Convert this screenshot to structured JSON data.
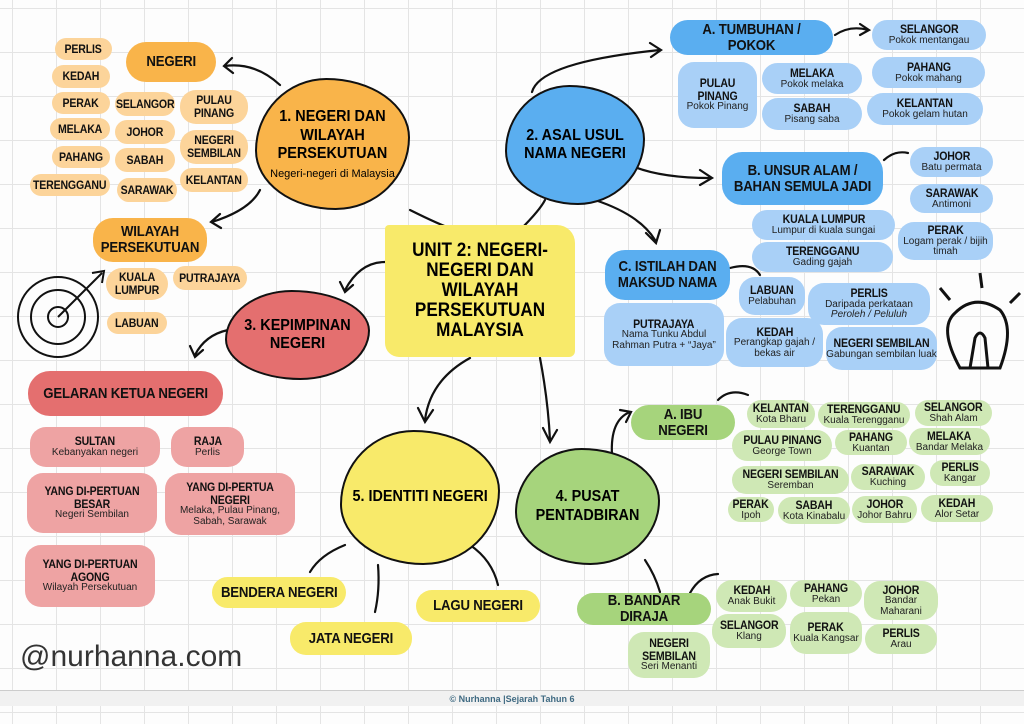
{
  "center": {
    "title": "UNIT 2: NEGERI-NEGERI DAN WILAYAH PERSEKUTUAN MALAYSIA",
    "watermark": "@nurhanna.com"
  },
  "footer": "© Nurhanna |Sejarah Tahun 6",
  "colors": {
    "orange": "#f9b44a",
    "blue": "#5aaef0",
    "red": "#e46f6f",
    "green": "#a6d47c",
    "yellow": "#f8ea6a"
  },
  "topic1": {
    "title": "1. NEGERI DAN WILAYAH PERSEKUTUAN",
    "subtitle": "Negeri-negeri di Malaysia",
    "negeri": {
      "label": "NEGERI",
      "items": [
        "PERLIS",
        "KEDAH",
        "PERAK",
        "MELAKA",
        "PAHANG",
        "TERENGGANU",
        "SELANGOR",
        "JOHOR",
        "SABAH",
        "SARAWAK",
        "PULAU PINANG",
        "NEGERI SEMBILAN",
        "KELANTAN"
      ]
    },
    "wilayah": {
      "label": "WILAYAH PERSEKUTUAN",
      "items": [
        "KUALA LUMPUR",
        "PUTRAJAYA",
        "LABUAN"
      ]
    }
  },
  "topic2": {
    "title": "2. ASAL USUL NAMA NEGERI",
    "a": {
      "label": "A. TUMBUHAN / POKOK",
      "items": [
        {
          "n": "SELANGOR",
          "d": "Pokok mentangau"
        },
        {
          "n": "PULAU PINANG",
          "d": "Pokok Pinang"
        },
        {
          "n": "MELAKA",
          "d": "Pokok melaka"
        },
        {
          "n": "SABAH",
          "d": "Pisang saba"
        },
        {
          "n": "PAHANG",
          "d": "Pokok mahang"
        },
        {
          "n": "KELANTAN",
          "d": "Pokok gelam hutan"
        }
      ]
    },
    "b": {
      "label": "B. UNSUR ALAM / BAHAN SEMULA JADI",
      "items": [
        {
          "n": "JOHOR",
          "d": "Batu permata"
        },
        {
          "n": "SARAWAK",
          "d": "Antimoni"
        },
        {
          "n": "KUALA LUMPUR",
          "d": "Lumpur di kuala sungai"
        },
        {
          "n": "PERAK",
          "d": "Logam perak / bijih timah"
        },
        {
          "n": "TERENGGANU",
          "d": "Gading gajah"
        }
      ]
    },
    "c": {
      "label": "C. ISTILAH DAN MAKSUD NAMA",
      "items": [
        {
          "n": "PUTRAJAYA",
          "d": "Nama Tunku Abdul Rahman Putra + “Jaya”"
        },
        {
          "n": "LABUAN",
          "d": "Pelabuhan"
        },
        {
          "n": "KEDAH",
          "d": "Perangkap gajah / bekas air"
        },
        {
          "n": "PERLIS",
          "d": "Daripada perkataan",
          "d2": "Peroleh / Peluluh"
        },
        {
          "n": "NEGERI SEMBILAN",
          "d": "Gabungan sembilan luak"
        }
      ]
    }
  },
  "topic3": {
    "title": "3. KEPIMPINAN NEGERI",
    "heading": "GELARAN KETUA NEGERI",
    "items": [
      {
        "n": "SULTAN",
        "d": "Kebanyakan negeri"
      },
      {
        "n": "RAJA",
        "d": "Perlis"
      },
      {
        "n": "YANG DI-PERTUAN BESAR",
        "d": "Negeri Sembilan"
      },
      {
        "n": "YANG DI-PERTUA NEGERI",
        "d": "Melaka, Pulau Pinang, Sabah, Sarawak"
      },
      {
        "n": "YANG DI-PERTUAN AGONG",
        "d": "Wilayah Persekutuan"
      }
    ]
  },
  "topic4": {
    "title": "4. PUSAT PENTADBIRAN",
    "a": {
      "label": "A. IBU NEGERI",
      "items": [
        {
          "n": "KELANTAN",
          "d": "Kota Bharu"
        },
        {
          "n": "TERENGGANU",
          "d": "Kuala Terengganu"
        },
        {
          "n": "SELANGOR",
          "d": "Shah Alam"
        },
        {
          "n": "PULAU PINANG",
          "d": "George Town"
        },
        {
          "n": "PAHANG",
          "d": "Kuantan"
        },
        {
          "n": "MELAKA",
          "d": "Bandar Melaka"
        },
        {
          "n": "NEGERI SEMBILAN",
          "d": "Seremban"
        },
        {
          "n": "SARAWAK",
          "d": "Kuching"
        },
        {
          "n": "PERLIS",
          "d": "Kangar"
        },
        {
          "n": "PERAK",
          "d": "Ipoh"
        },
        {
          "n": "SABAH",
          "d": "Kota Kinabalu"
        },
        {
          "n": "JOHOR",
          "d": "Johor Bahru"
        },
        {
          "n": "KEDAH",
          "d": "Alor Setar"
        }
      ]
    },
    "b": {
      "label": "B. BANDAR DIRAJA",
      "items": [
        {
          "n": "KEDAH",
          "d": "Anak Bukit"
        },
        {
          "n": "PAHANG",
          "d": "Pekan"
        },
        {
          "n": "JOHOR",
          "d": "Bandar Maharani"
        },
        {
          "n": "SELANGOR",
          "d": "Klang"
        },
        {
          "n": "PERAK",
          "d": "Kuala Kangsar"
        },
        {
          "n": "PERLIS",
          "d": "Arau"
        },
        {
          "n": "NEGERI SEMBILAN",
          "d": "Seri Menanti"
        }
      ]
    }
  },
  "topic5": {
    "title": "5. IDENTITI NEGERI",
    "items": [
      "BENDERA NEGERI",
      "JATA NEGERI",
      "LAGU NEGERI"
    ]
  }
}
